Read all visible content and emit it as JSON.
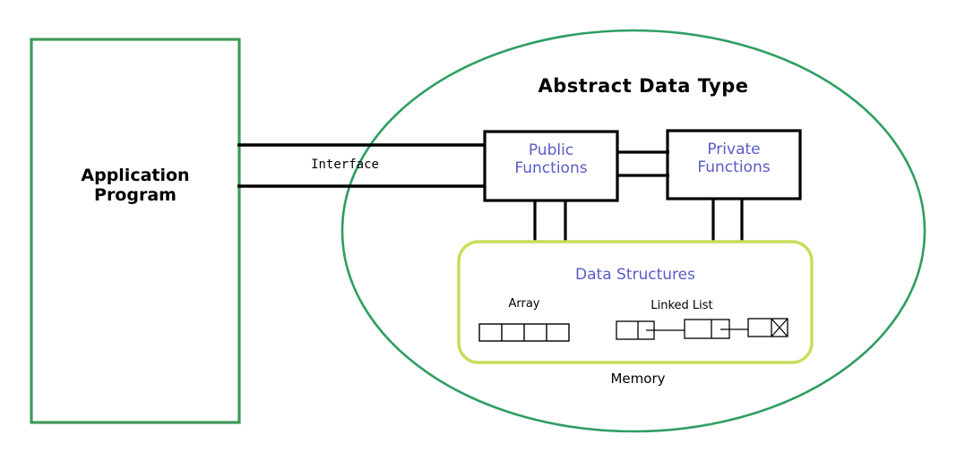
{
  "diagram": {
    "title": "Abstract Data Type",
    "application_box": {
      "line1": "Application",
      "line2": "Program"
    },
    "interface_label": "Interface",
    "public_functions": {
      "line1": "Public",
      "line2": "Functions"
    },
    "private_functions": {
      "line1": "Private",
      "line2": "Functions"
    },
    "data_structures": {
      "title": "Data Structures",
      "array_label": "Array",
      "array_cells": 4,
      "linked_list_label": "Linked List",
      "linked_list_nodes": 3
    },
    "memory_label": "Memory",
    "colors": {
      "ellipse_green": "#2e9e62",
      "app_box_green": "#419a58",
      "data_structures_yellow_green": "#c5de5a",
      "text_blue": "#5a5ac8",
      "text_black": "#000000",
      "connector_black": "#000000"
    }
  }
}
